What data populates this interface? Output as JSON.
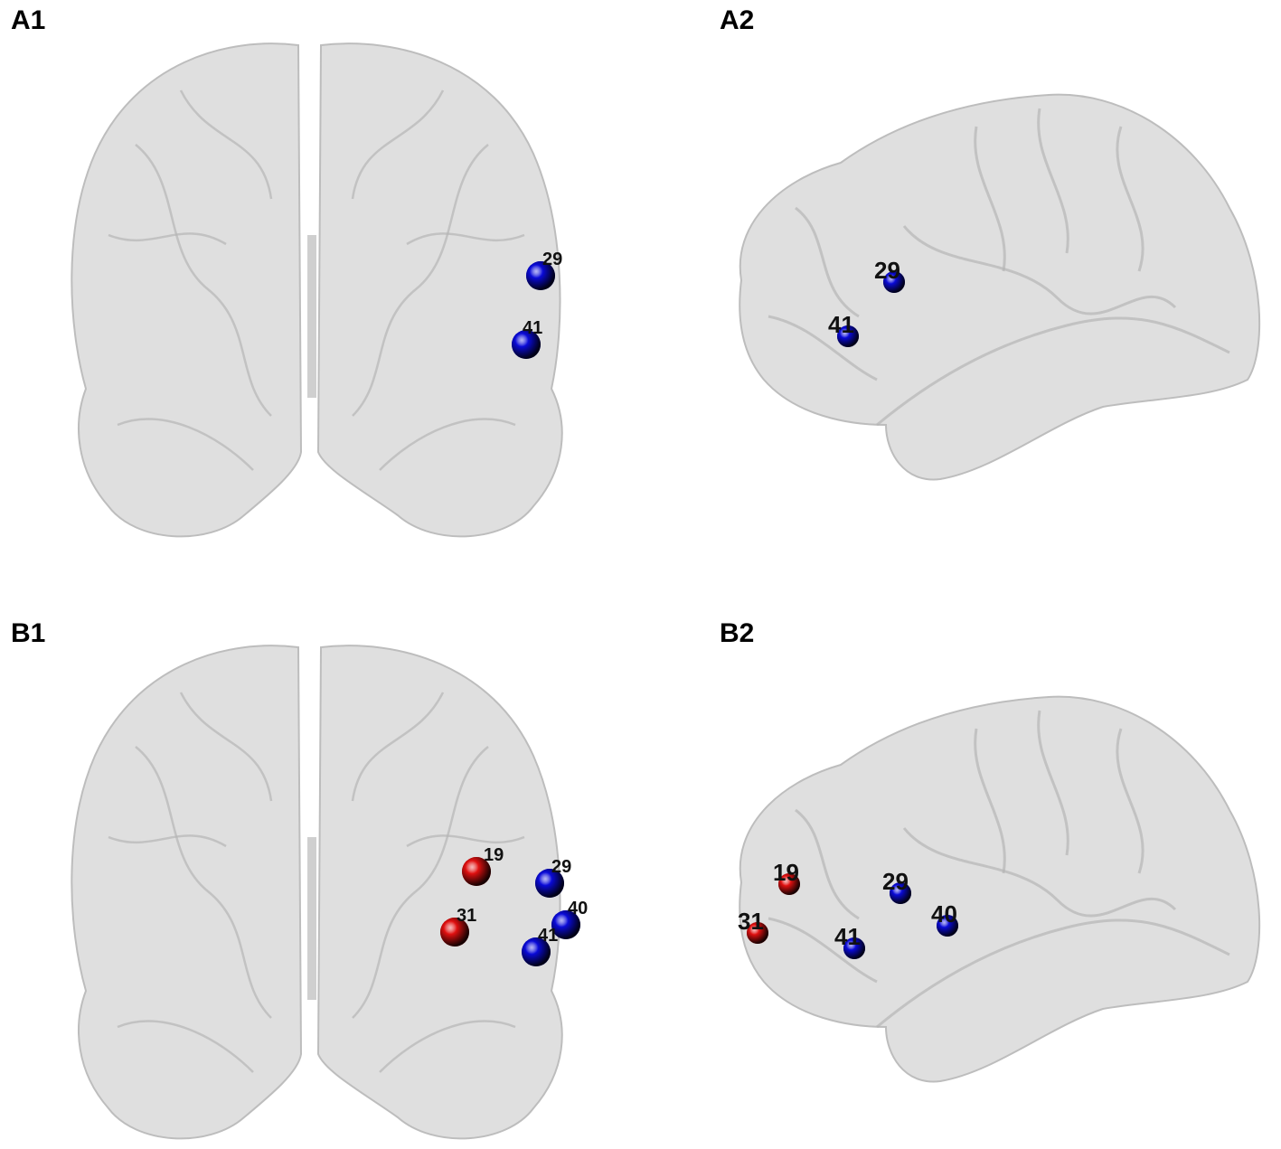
{
  "panels": [
    {
      "id": "A1",
      "label": "A1",
      "view": "coronal",
      "nodes": [
        {
          "label": "29",
          "color": "#0a0ad8"
        },
        {
          "label": "41",
          "color": "#0a0ad8"
        }
      ]
    },
    {
      "id": "A2",
      "label": "A2",
      "view": "sagittal",
      "nodes": [
        {
          "label": "29",
          "color": "#0a0ad8"
        },
        {
          "label": "41",
          "color": "#0a0ad8"
        }
      ]
    },
    {
      "id": "B1",
      "label": "B1",
      "view": "coronal",
      "nodes": [
        {
          "label": "19",
          "color": "#e01010"
        },
        {
          "label": "31",
          "color": "#e01010"
        },
        {
          "label": "29",
          "color": "#0a0ad8"
        },
        {
          "label": "40",
          "color": "#0a0ad8"
        },
        {
          "label": "41",
          "color": "#0a0ad8"
        }
      ]
    },
    {
      "id": "B2",
      "label": "B2",
      "view": "sagittal",
      "nodes": [
        {
          "label": "19",
          "color": "#e01010"
        },
        {
          "label": "31",
          "color": "#e01010"
        },
        {
          "label": "29",
          "color": "#0a0ad8"
        },
        {
          "label": "40",
          "color": "#0a0ad8"
        },
        {
          "label": "41",
          "color": "#0a0ad8"
        }
      ]
    }
  ],
  "colors": {
    "brain_fill": "#d9d9d9",
    "brain_stroke": "#bdbdbd",
    "red_node": "#e01010",
    "blue_node": "#0a0ad8"
  }
}
